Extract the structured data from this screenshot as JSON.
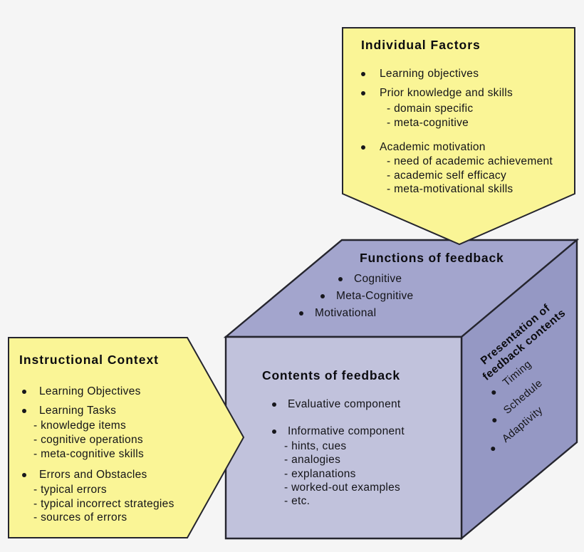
{
  "colors": {
    "background": "#f5f5f5",
    "callout_fill": "#faf596",
    "cube_front": "#c1c2dc",
    "cube_top": "#a3a5cd",
    "cube_side": "#9598c4",
    "outline": "#25252e",
    "text": "#141418"
  },
  "individual_factors": {
    "title": "Individual Factors",
    "items": [
      {
        "label": "Learning objectives",
        "subs": []
      },
      {
        "label": "Prior knowledge and skills",
        "subs": [
          "- domain specific",
          "- meta-cognitive"
        ]
      },
      {
        "label": "Academic motivation",
        "subs": [
          "- need of academic achievement",
          "- academic self efficacy",
          "- meta-motivational skills"
        ]
      }
    ]
  },
  "instructional_context": {
    "title": "Instructional Context",
    "items": [
      {
        "label": "Learning Objectives",
        "subs": []
      },
      {
        "label": "Learning Tasks",
        "subs": [
          "- knowledge items",
          "- cognitive operations",
          "- meta-cognitive skills"
        ]
      },
      {
        "label": "Errors and Obstacles",
        "subs": [
          "- typical errors",
          "- typical incorrect strategies",
          "- sources of errors"
        ]
      }
    ]
  },
  "cube": {
    "top_face": {
      "title": "Functions of feedback",
      "items": [
        "Cognitive",
        "Meta-Cognitive",
        "Motivational"
      ]
    },
    "front_face": {
      "title": "Contents of feedback",
      "items": [
        {
          "label": "Evaluative component",
          "subs": []
        },
        {
          "label": "Informative component",
          "subs": [
            "- hints, cues",
            "- analogies",
            "- explanations",
            "- worked-out examples",
            "- etc."
          ]
        }
      ]
    },
    "side_face": {
      "title_line1": "Presentation of",
      "title_line2": "feedback contents",
      "items": [
        "Timing",
        "Schedule",
        "Adaptivity"
      ]
    }
  }
}
